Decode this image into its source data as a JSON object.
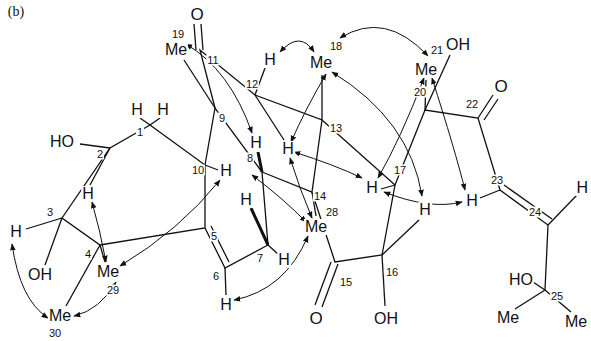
{
  "diagram": {
    "labels": [
      "(b)",
      "O",
      "19",
      "Me",
      "11",
      "H",
      "Me",
      "18",
      "21",
      "OH",
      "Me",
      "20",
      "22",
      "O",
      "H",
      "H",
      "12",
      "9",
      "1",
      "HO",
      "2",
      "H",
      "8",
      "H",
      "13",
      "10",
      "H",
      "H",
      "14",
      "H",
      "17",
      "H",
      "23",
      "H",
      "H",
      "H",
      "3",
      "Me",
      "28",
      "5",
      "H",
      "24",
      "OH",
      "4",
      "Me",
      "7",
      "H",
      "16",
      "6",
      "HO",
      "29",
      "15",
      "H",
      "25",
      "O",
      "OH",
      "Me",
      "Me",
      "Me",
      "30"
    ]
  }
}
